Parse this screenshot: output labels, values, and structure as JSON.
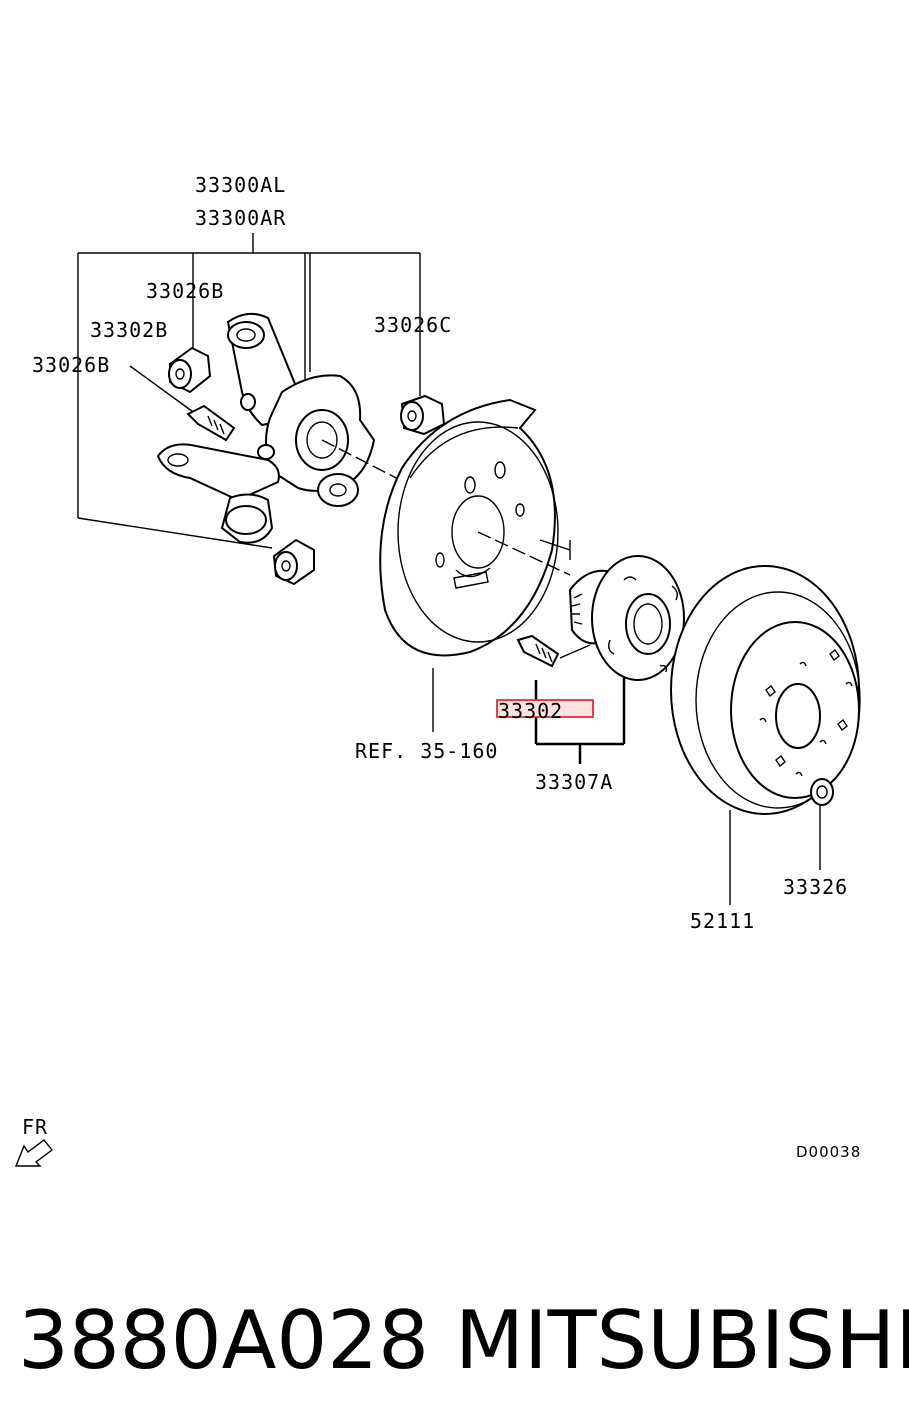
{
  "callouts": {
    "knuckle_l": "33300AL",
    "knuckle_r": "33300AR",
    "bushing_top": "33026B",
    "bolt": "33302B",
    "bushing_left": "33026B",
    "bushing_right": "33026C",
    "backing_plate_ref": "REF. 35-160",
    "hub_bolt": "33302",
    "hub_assembly": "33307A",
    "brake_disc": "52111",
    "nut": "33326"
  },
  "direction_label": "FR",
  "drawing_code": "D00038",
  "part_number": "3880A028",
  "brand": "MITSUBISHI",
  "highlight_color": "#e03030"
}
